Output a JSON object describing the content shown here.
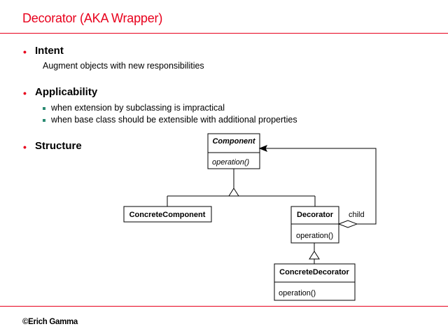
{
  "title": "Decorator (AKA Wrapper)",
  "sections": {
    "intent": {
      "heading": "Intent",
      "text": "Augment objects with new responsibilities"
    },
    "applicability": {
      "heading": "Applicability",
      "items": [
        "when extension by subclassing is impractical",
        "when base class should be extensible with additional properties"
      ]
    },
    "structure": {
      "heading": "Structure"
    }
  },
  "diagram": {
    "component": {
      "name": "Component",
      "operation": "operation()"
    },
    "concrete_component": {
      "name": "ConcreteComponent"
    },
    "decorator": {
      "name": "Decorator",
      "operation": "operation()"
    },
    "concrete_decorator": {
      "name": "ConcreteDecorator",
      "operation": "operation()"
    },
    "association_label": "child"
  },
  "footer": "©Erich Gamma",
  "colors": {
    "accent": "#e8001c",
    "sub_bullet": "#2a8a72"
  }
}
